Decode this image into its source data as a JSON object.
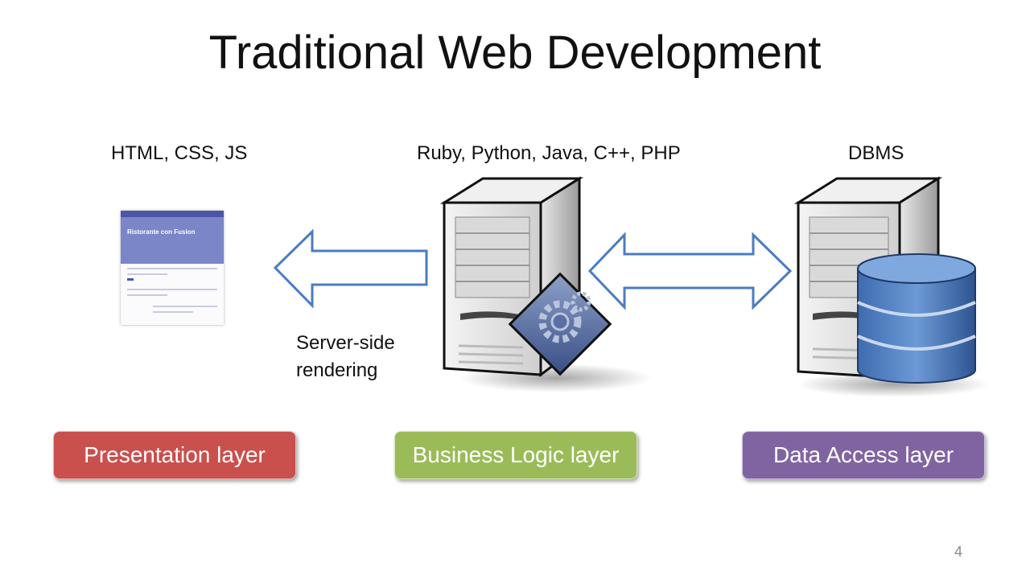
{
  "slide": {
    "title": "Traditional Web Development",
    "page_number": "4"
  },
  "columns": {
    "presentation": {
      "tech": "HTML, CSS, JS",
      "layer": "Presentation layer",
      "color": "#c9504d"
    },
    "business": {
      "tech": "Ruby, Python, Java, C++, PHP",
      "layer": "Business Logic layer",
      "color": "#9bbb59"
    },
    "data": {
      "tech": "DBMS",
      "layer": "Data Access layer",
      "color": "#8064a2"
    }
  },
  "annotation": {
    "line1": "Server-side",
    "line2": "rendering"
  },
  "thumbnail": {
    "hero_text": "Ristorante con Fusion"
  },
  "icons": [
    "webpage-thumbnail-icon",
    "server-gear-icon",
    "database-server-icon",
    "left-arrow-icon",
    "double-arrow-icon"
  ],
  "arrow_color": "#4a7cc0"
}
